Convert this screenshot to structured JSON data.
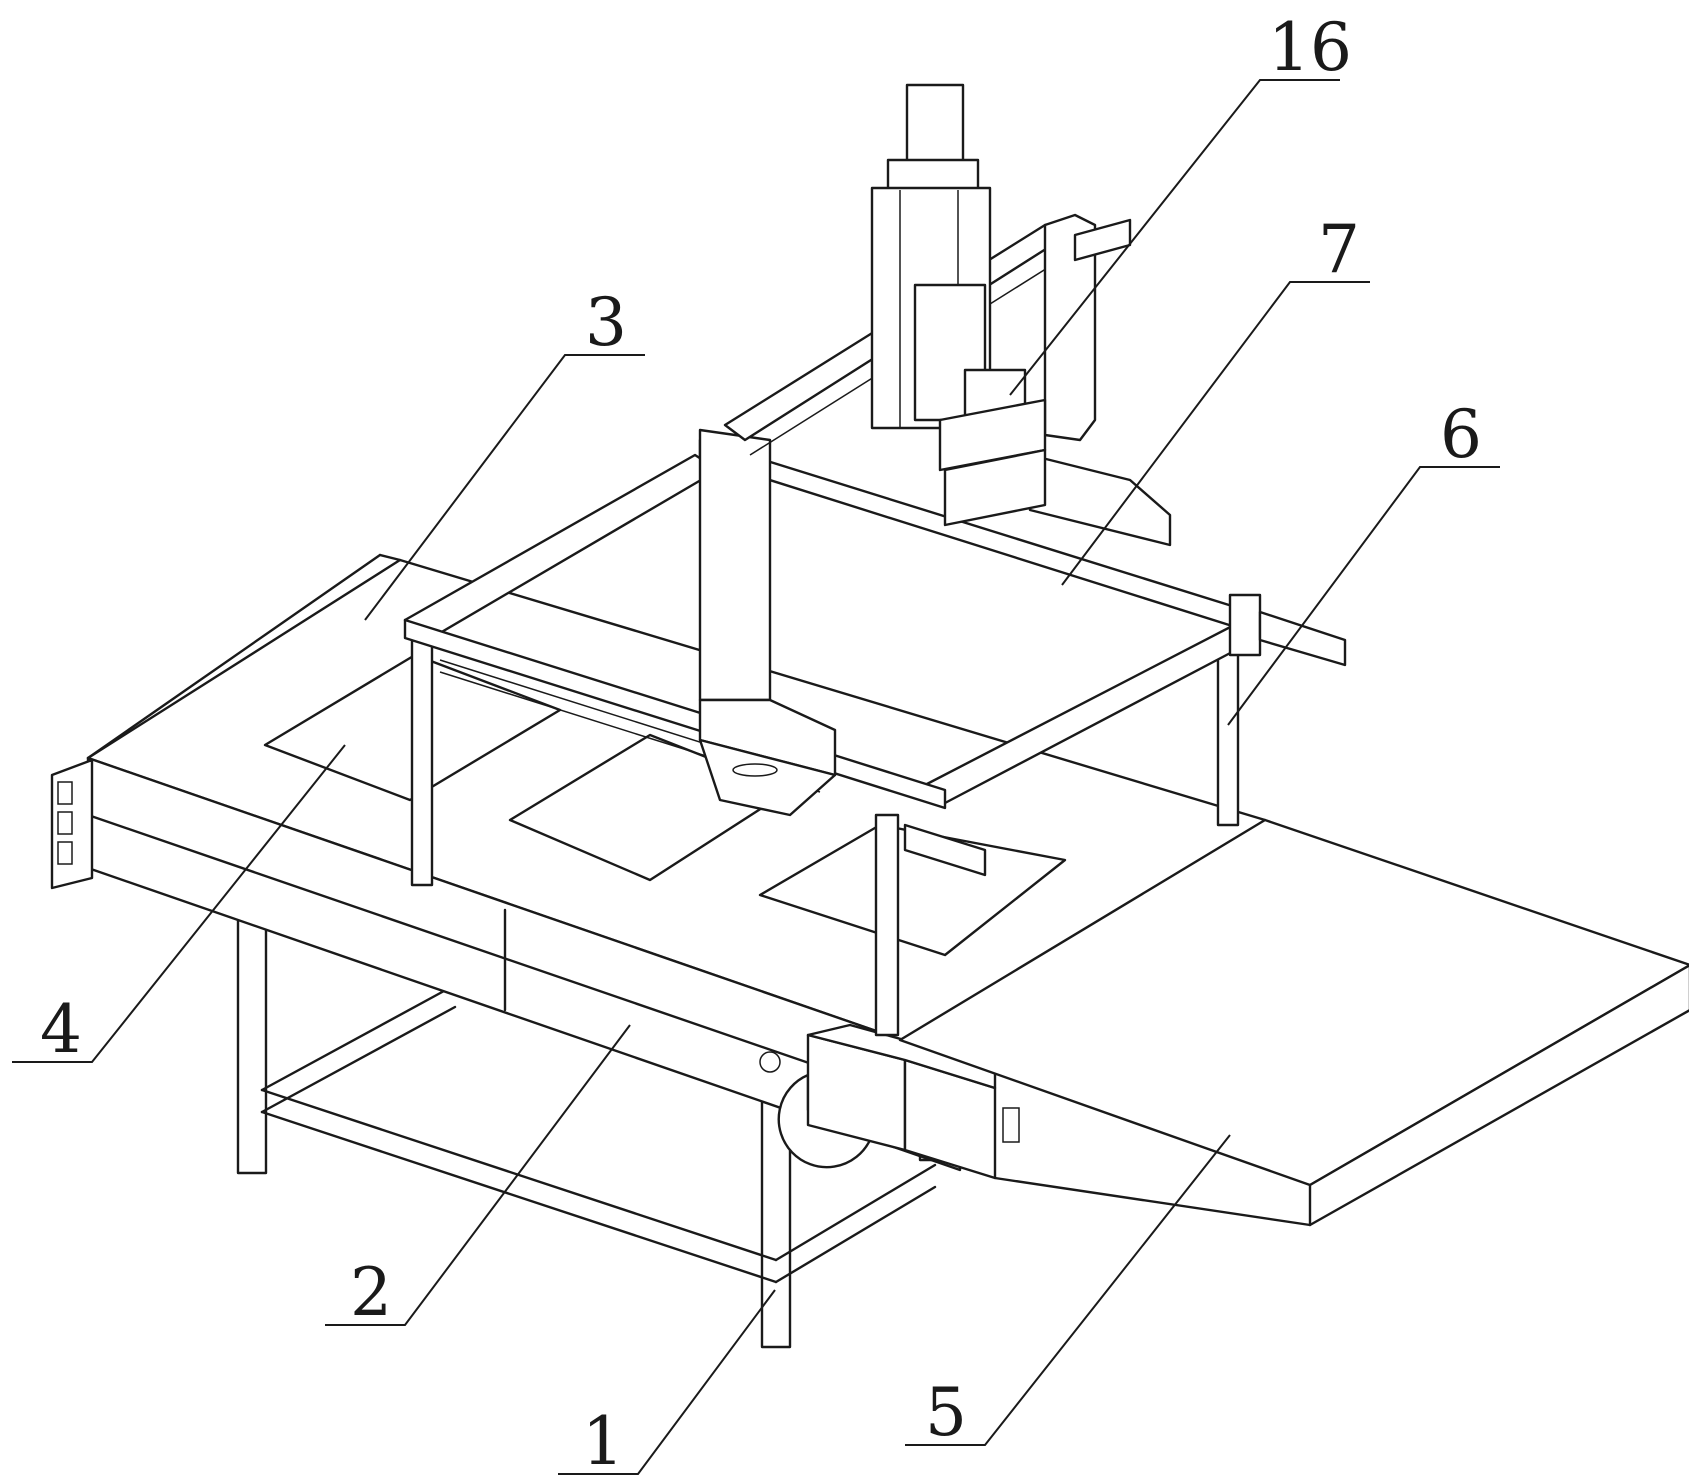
{
  "figure": {
    "callouts": [
      {
        "id": "16",
        "label": "16"
      },
      {
        "id": "7",
        "label": "7"
      },
      {
        "id": "3",
        "label": "3"
      },
      {
        "id": "6",
        "label": "6"
      },
      {
        "id": "4",
        "label": "4"
      },
      {
        "id": "2",
        "label": "2"
      },
      {
        "id": "5",
        "label": "5"
      },
      {
        "id": "1",
        "label": "1"
      }
    ]
  },
  "colors": {
    "line": "#1a1a1a",
    "background": "#ffffff"
  }
}
